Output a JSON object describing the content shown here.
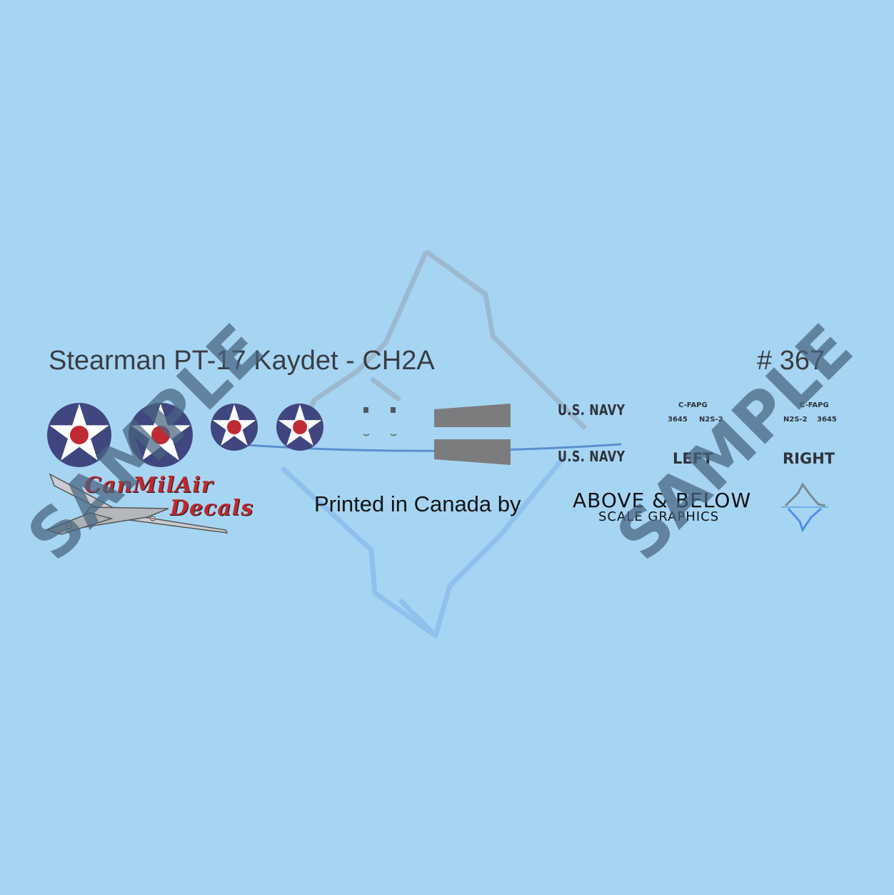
{
  "sheet": {
    "title": "Stearman PT-17 Kaydet - CH2A",
    "number": "# 367",
    "background": "#a6d5f3"
  },
  "markings": {
    "navy_top": "U.S. NAVY",
    "navy_bottom": "U.S. NAVY",
    "left_reg": "C-FAPG",
    "left_serial": "3645",
    "left_model": "N2S-2",
    "right_reg": "C-FAPG",
    "right_model": "N2S-2",
    "right_serial": "3645",
    "left_label": "LEFT",
    "right_label": "RIGHT",
    "roundel_blue": "#40467f",
    "roundel_red": "#c02b33",
    "stripe_gray": "#7c7c7e"
  },
  "logos": {
    "canmilair_line1": "CanMilAir",
    "canmilair_line2": "Decals",
    "printed_by": "Printed in Canada by",
    "ab_main": "ABOVE & BELOW",
    "ab_sub": "SCALE GRAPHICS"
  },
  "watermark": {
    "left": "SAMPLE",
    "right": "SAMPLE"
  }
}
